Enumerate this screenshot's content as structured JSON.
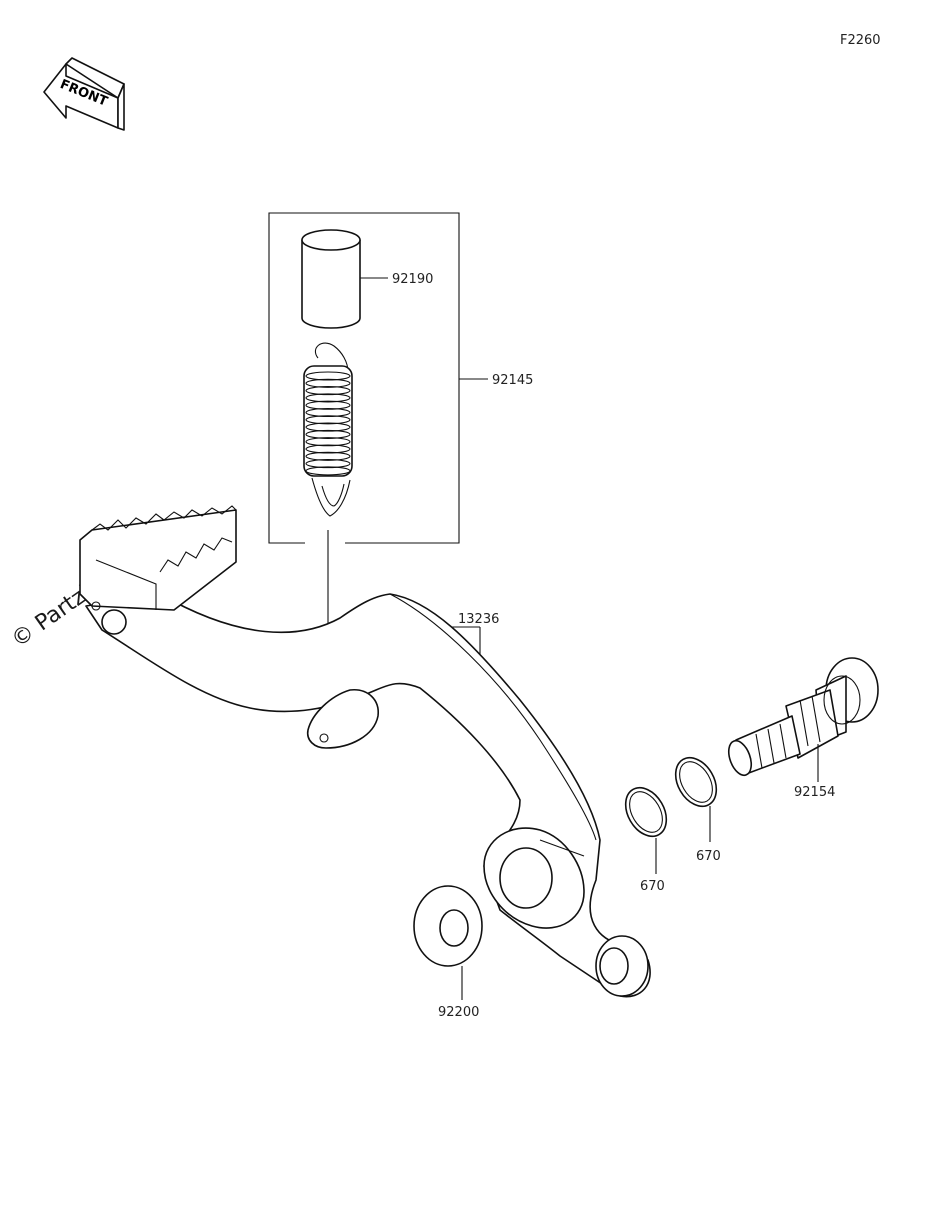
{
  "diagram": {
    "figure_code": "F2260",
    "direction_arrow_text": "FRONT",
    "watermark": "© Partzilla.com",
    "callouts": [
      {
        "id": "c-92190",
        "text": "92190"
      },
      {
        "id": "c-92145",
        "text": "92145"
      },
      {
        "id": "c-13236",
        "text": "13236"
      },
      {
        "id": "c-92154",
        "text": "92154"
      },
      {
        "id": "c-670a",
        "text": "670"
      },
      {
        "id": "c-670b",
        "text": "670"
      },
      {
        "id": "c-92200",
        "text": "92200"
      }
    ]
  }
}
